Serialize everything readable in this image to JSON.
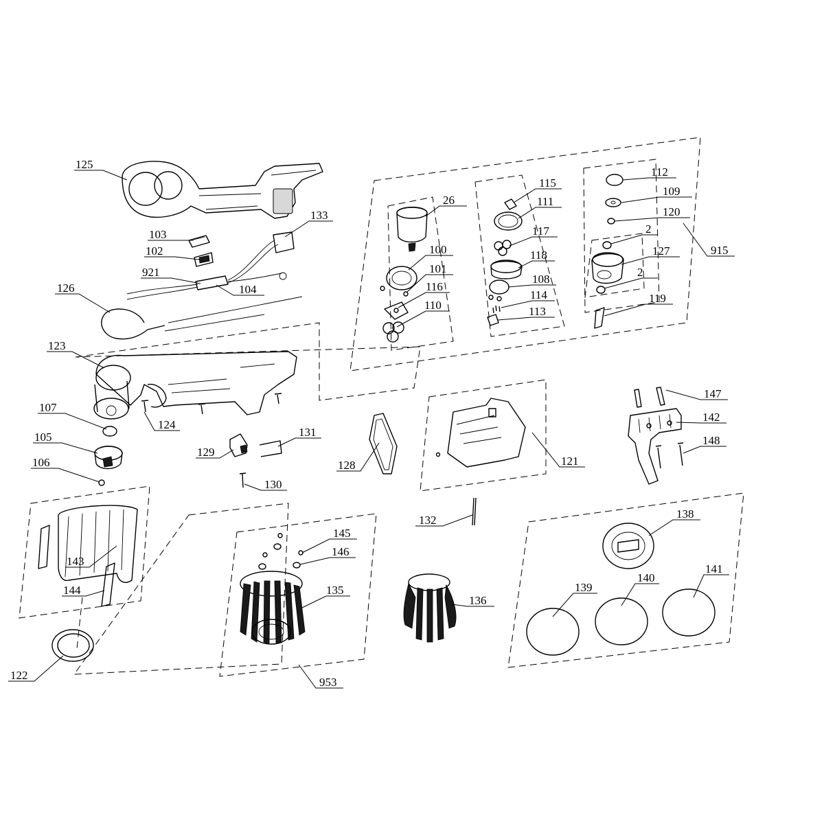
{
  "diagram": {
    "labels": {
      "p2a": "2",
      "p2b": "2",
      "p26": "26",
      "p100": "100",
      "p101": "101",
      "p102": "102",
      "p103": "103",
      "p104": "104",
      "p105": "105",
      "p106": "106",
      "p107": "107",
      "p108": "108",
      "p109": "109",
      "p110": "110",
      "p111": "111",
      "p112": "112",
      "p113": "113",
      "p114": "114",
      "p115": "115",
      "p116": "116",
      "p117": "117",
      "p118": "118",
      "p119": "119",
      "p120": "120",
      "p121": "121",
      "p122": "122",
      "p123": "123",
      "p124": "124",
      "p125": "125",
      "p126": "126",
      "p127": "127",
      "p128": "128",
      "p129": "129",
      "p130": "130",
      "p131": "131",
      "p132": "132",
      "p133": "133",
      "p135": "135",
      "p136": "136",
      "p138": "138",
      "p139": "139",
      "p140": "140",
      "p141": "141",
      "p142": "142",
      "p143": "143",
      "p144": "144",
      "p145": "145",
      "p146": "146",
      "p147": "147",
      "p148": "148",
      "p915": "915",
      "p921": "921",
      "p953": "953"
    }
  }
}
